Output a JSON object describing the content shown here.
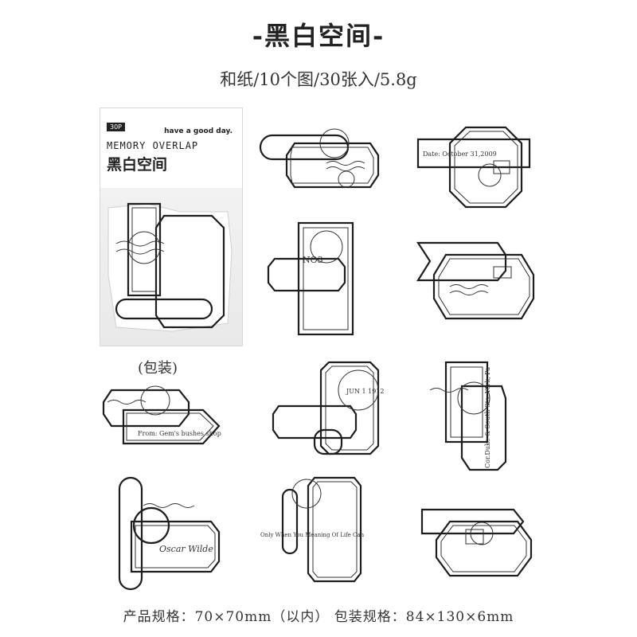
{
  "header": {
    "title": "-黑白空间-",
    "subtitle": "和纸/10个图/30张入/5.8g"
  },
  "package": {
    "badge": "30P",
    "tag": "have a good day.",
    "series_en": "MEMORY OVERLAP",
    "series_cn": "黑白空间",
    "caption": "(包装)"
  },
  "stickers": {
    "s2_text": "Date: October 31,2009",
    "s5_text": "NO3",
    "s7_text": "From: Gem's bushes shop",
    "s8_text": "JUN 1 1912",
    "s9_text": "Cor.Duke & South Sts. York, Pa",
    "s10_text": "Oscar Wilde",
    "s11_text": "Only When You Meaning Of Life Can"
  },
  "footer": {
    "spec": "产品规格：70×70mm（以内） 包装规格：84×130×6mm"
  }
}
